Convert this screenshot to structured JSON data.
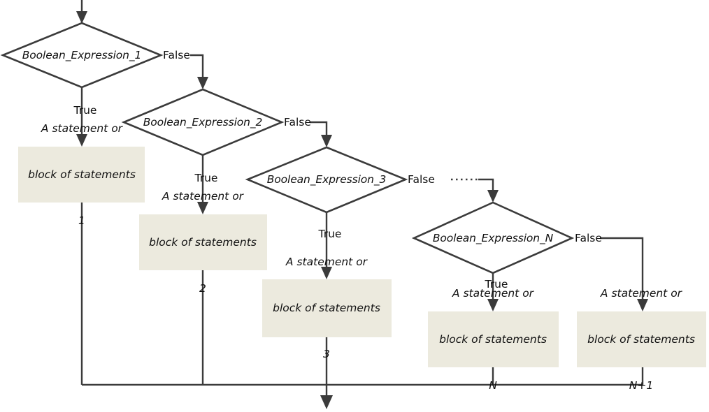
{
  "diagram": {
    "title": "Multiway if-else-if decision flowchart",
    "colors": {
      "process_fill": "#eceade",
      "stroke": "#3b3b3b",
      "text": "#111111",
      "background": "#ffffff"
    },
    "decisions": [
      {
        "id": "d1",
        "label": "Boolean_Expression_1"
      },
      {
        "id": "d2",
        "label": "Boolean_Expression_2"
      },
      {
        "id": "d3",
        "label": "Boolean_Expression_3"
      },
      {
        "id": "dn",
        "label": "Boolean_Expression_N"
      }
    ],
    "processes": [
      {
        "id": "p1",
        "line1": "A statement or",
        "line2": "block of statements",
        "line3": "1"
      },
      {
        "id": "p2",
        "line1": "A statement or",
        "line2": "block of statements",
        "line3": "2"
      },
      {
        "id": "p3",
        "line1": "A statement or",
        "line2": "block of statements",
        "line3": "3"
      },
      {
        "id": "pn",
        "line1": "A statement or",
        "line2": "block of statements",
        "line3": "N"
      },
      {
        "id": "pn1",
        "line1": "A statement or",
        "line2": "block of statements",
        "line3": "N+1"
      }
    ],
    "edge_labels": {
      "true_1": "True",
      "false_1": "False",
      "true_2": "True",
      "false_2": "False",
      "true_3": "True",
      "false_3": "False",
      "true_n": "True",
      "false_n": "False"
    }
  }
}
